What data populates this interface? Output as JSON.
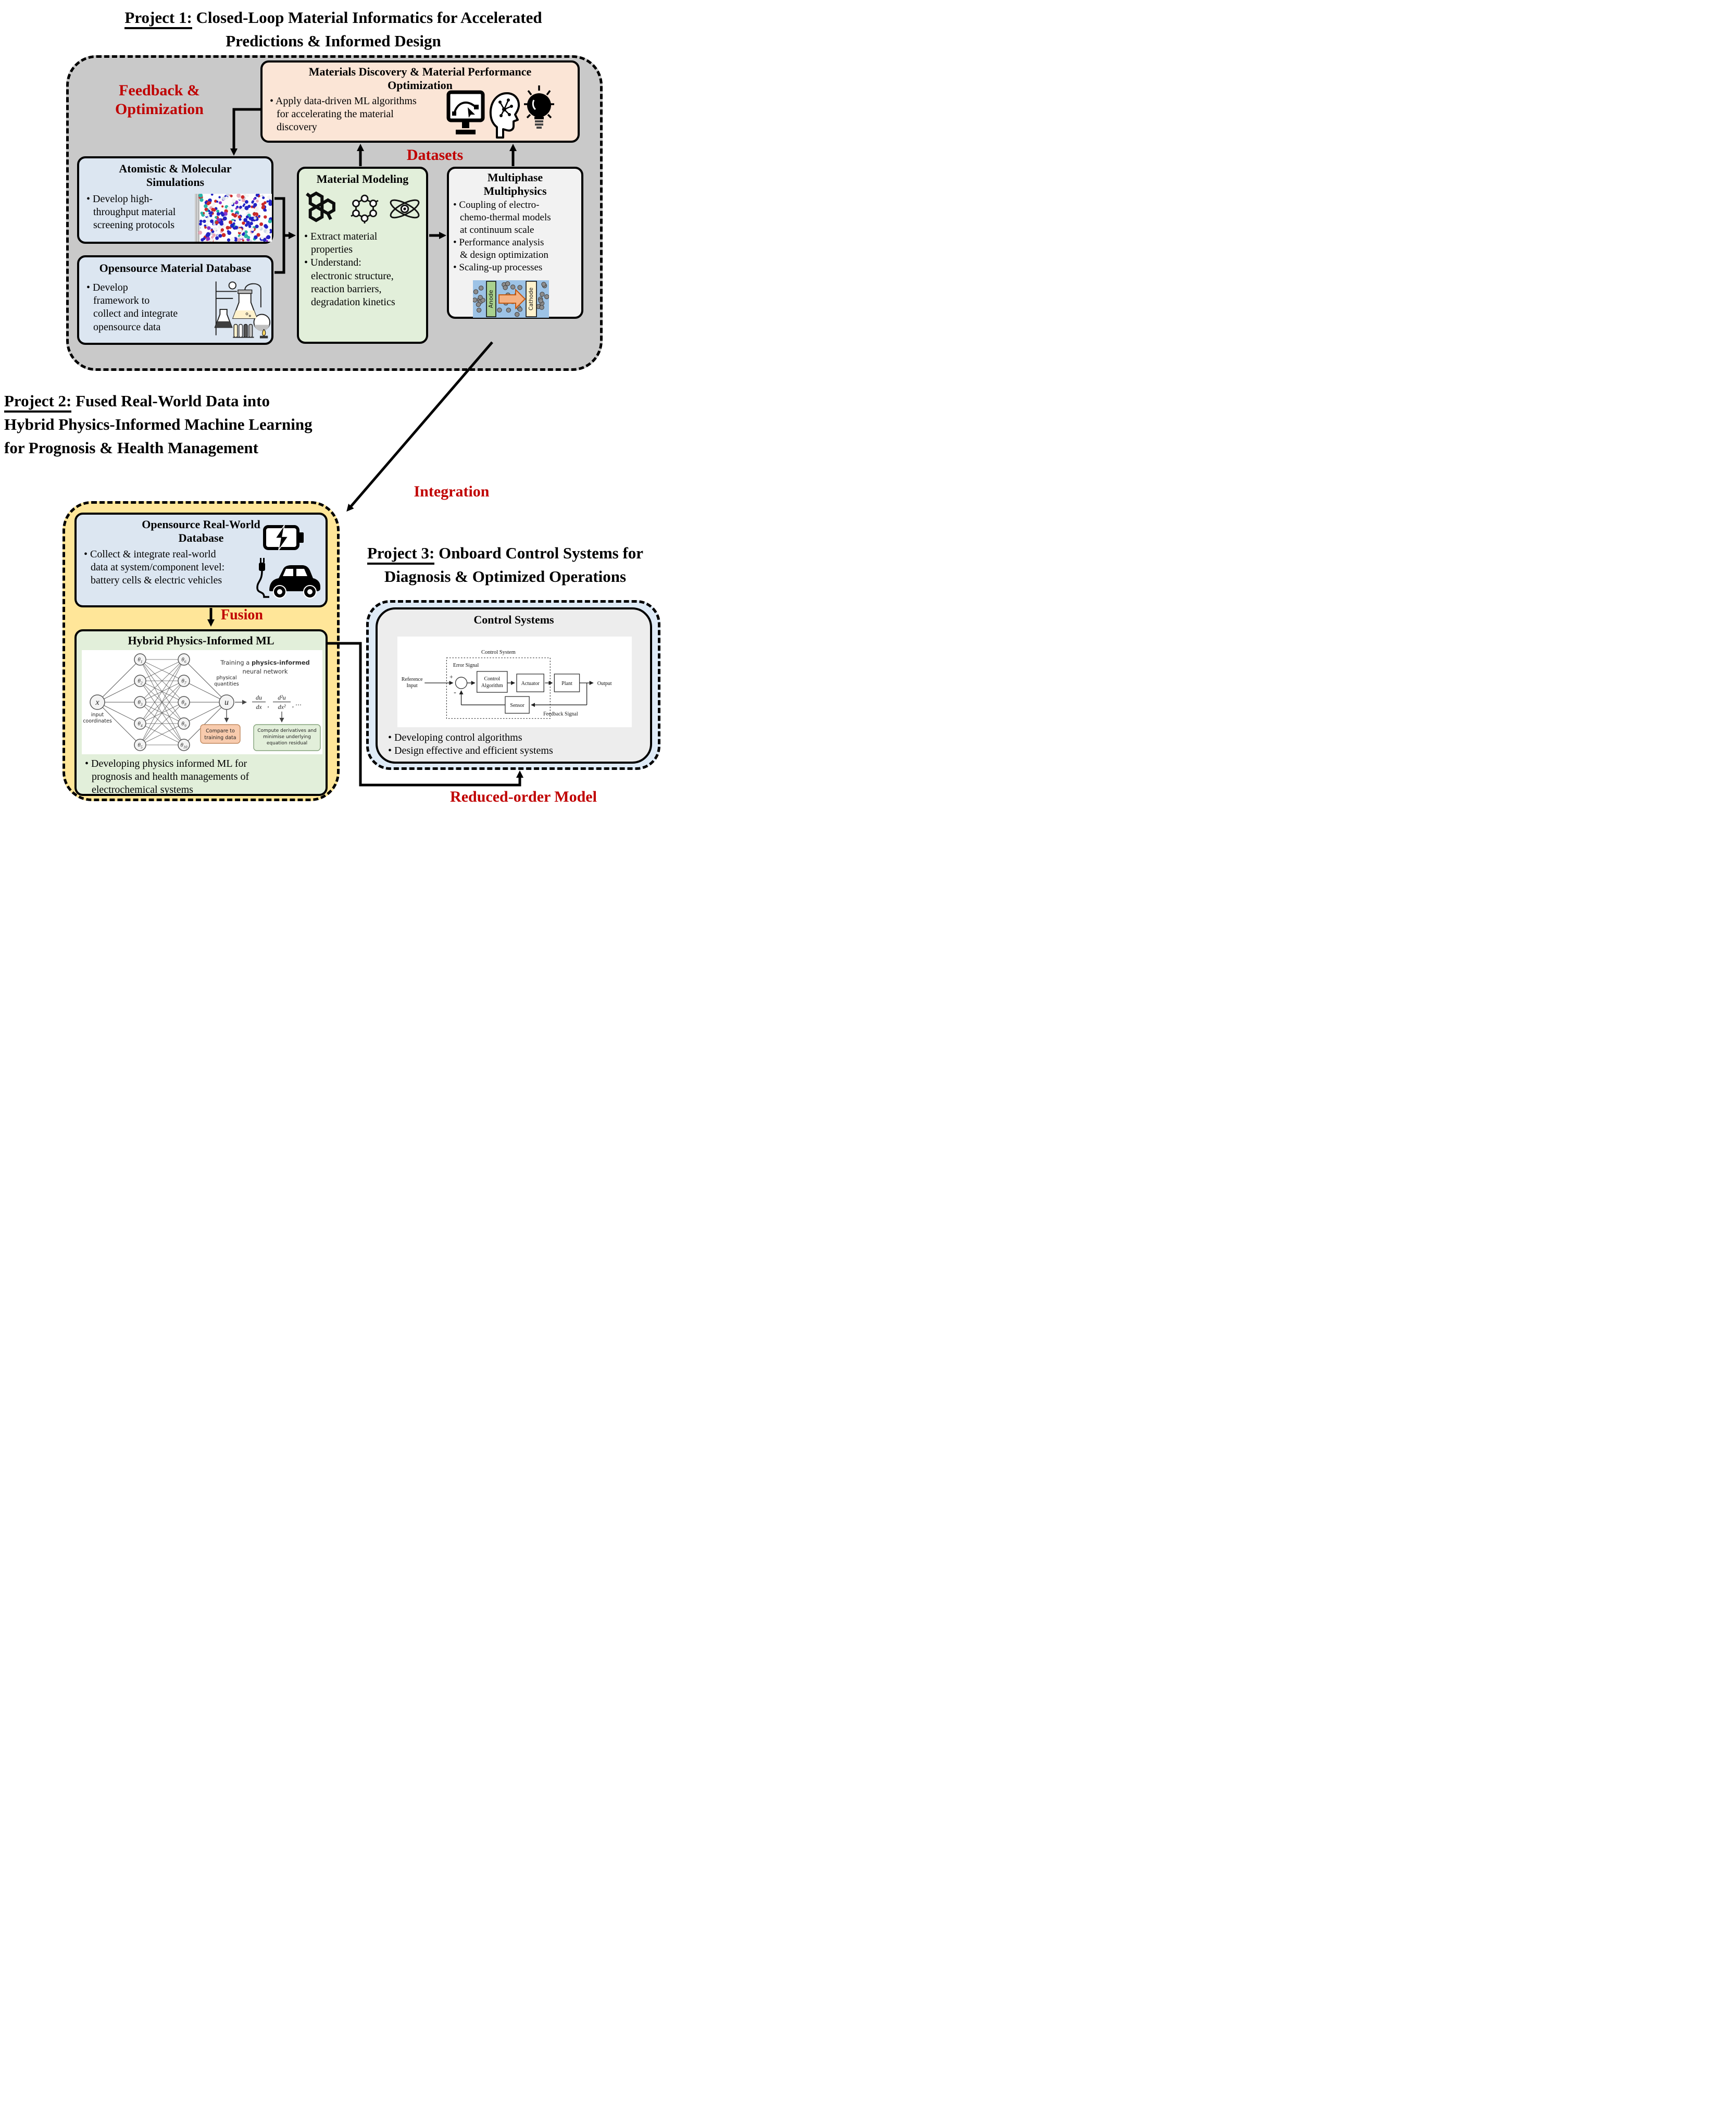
{
  "colors": {
    "red_accent": "#C00000",
    "p1_container_bg": "#C9C9C9",
    "peach_box_bg": "#FBE5D6",
    "blue_box_bg": "#DCE6F1",
    "green_box_bg": "#E2EFDA",
    "multiphase_box_bg": "#F2F2F2",
    "p2_container_bg": "#FFE699",
    "p3_container_bg": "#DEEAF6",
    "p3_inner_bg": "#EDEDED",
    "anode_bar": "#A9D18E",
    "cathode_bar": "#FFF2CC",
    "electrolyte_bg": "#9DC3E6",
    "flux_arrow": "#F4B183",
    "compare_box_bg": "#F8CBAD"
  },
  "project1": {
    "title": {
      "prefix": "Project 1:",
      "line1_rest": " Closed-Loop Material Informatics for Accelerated",
      "line2": "Predictions & Informed Design"
    },
    "feedback_label": "Feedback & Optimization",
    "datasets_label": "Datasets",
    "discovery": {
      "title": "Materials Discovery & Material Performance\nOptimization",
      "bullet": "Apply data-driven ML algorithms\nfor accelerating the material\ndiscovery"
    },
    "atomistic": {
      "title": "Atomistic & Molecular\nSimulations",
      "bullet": "Develop high-\nthroughput material\nscreening protocols"
    },
    "material_db": {
      "title": "Opensource Material Database",
      "bullet": "Develop\nframework to\ncollect and integrate\nopensource data"
    },
    "modeling": {
      "title": "Material Modeling",
      "bullets": [
        "Extract material\nproperties",
        "Understand:\nelectronic structure,\nreaction barriers,\ndegradation kinetics"
      ]
    },
    "multiphase": {
      "title": "Multiphase\nMultiphysics",
      "bullets": [
        "Coupling of electro-\nchemo-thermal models\nat continuum scale",
        "Performance analysis\n& design optimization",
        "Scaling-up processes"
      ],
      "anode_label": "Anode",
      "cathode_label": "Cathode"
    }
  },
  "integration_label": "Integration",
  "project2": {
    "title": {
      "prefix": "Project 2:",
      "line1_rest": " Fused Real-World Data into",
      "line2": "Hybrid Physics-Informed Machine Learning",
      "line3": "for Prognosis & Health Management"
    },
    "real_world_db": {
      "title": "Opensource Real-World\nDatabase",
      "bullet": "Collect & integrate real-world\ndata at system/component level:\nbattery cells & electric vehicles"
    },
    "fusion_label": "Fusion",
    "piml": {
      "title": "Hybrid Physics-Informed ML",
      "bullet": "Developing physics informed ML for\nprognosis and health managements of\nelectrochemical systems"
    },
    "nn": {
      "caption_line1_normal": "Training a ",
      "caption_line1_bold": "physics-informed",
      "caption_line2": "neural network",
      "input_node": "x",
      "input_label_line1": "input",
      "input_label_line2": "coordinates",
      "output_node": "u",
      "output_label_line1": "physical",
      "output_label_line2": "quantities",
      "theta_symbol": "θ",
      "theta_subs": [
        "1",
        "2",
        "3",
        "4",
        "5",
        "6",
        "7",
        "8",
        "9",
        "10"
      ],
      "derivs": {
        "n1": "du",
        "d1": "dx",
        "sep": ",",
        "n2": "d²u",
        "d2": "dx²",
        "more": ", ⋯"
      },
      "compare_line1": "Compare to",
      "compare_line2": "training data",
      "compute_line1": "Compute derivatives and",
      "compute_line2": "minimise underlying",
      "compute_line3": "equation residual"
    }
  },
  "project3": {
    "title": {
      "prefix": "Project 3:",
      "line1_rest": " Onboard Control Systems for",
      "line2": "Diagnosis & Optimized Operations"
    },
    "box_title": "Control Systems",
    "diagram": {
      "system_label": "Control System",
      "reference_line1": "Reference",
      "reference_line2": "Input",
      "error_label": "Error Signal",
      "algo_line1": "Control",
      "algo_line2": "Algorithm",
      "actuator": "Actuator",
      "plant": "Plant",
      "output": "Output",
      "sensor": "Sensor",
      "feedback_label": "Feedback Signal",
      "plus": "+",
      "minus": "-"
    },
    "bullets": [
      "Developing control algorithms",
      "Design effective and efficient systems"
    ],
    "reduced_label": "Reduced-order Model"
  }
}
